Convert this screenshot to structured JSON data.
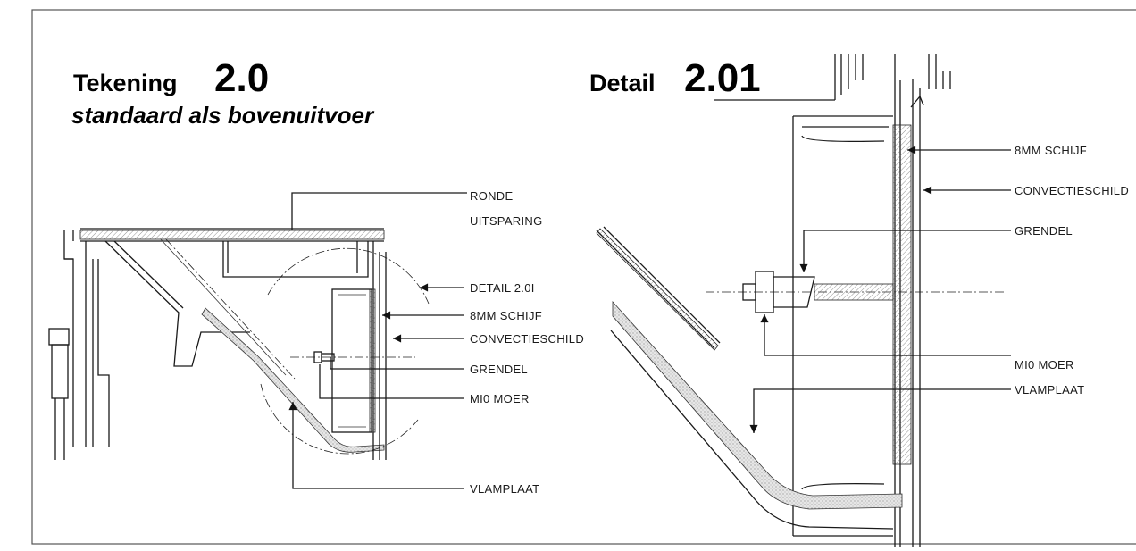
{
  "left": {
    "title_word": "Tekening",
    "title_number": "2.0",
    "subtitle": "standaard als bovenuitvoer",
    "labels": {
      "ronde_1": "RONDE",
      "ronde_2": "UITSPARING",
      "detail": "DETAIL 2.0I",
      "schijf": "8MM SCHIJF",
      "convectie": "CONVECTIESCHILD",
      "grendel": "GRENDEL",
      "moer": "MI0 MOER",
      "vlamplaat": "VLAMPLAAT"
    }
  },
  "right": {
    "title_word": "Detail",
    "title_number": "2.01",
    "labels": {
      "schijf": "8MM SCHIJF",
      "convectie": "CONVECTIESCHILD",
      "grendel": "GRENDEL",
      "moer": "MI0 MOER",
      "vlamplaat": "VLAMPLAAT"
    }
  }
}
